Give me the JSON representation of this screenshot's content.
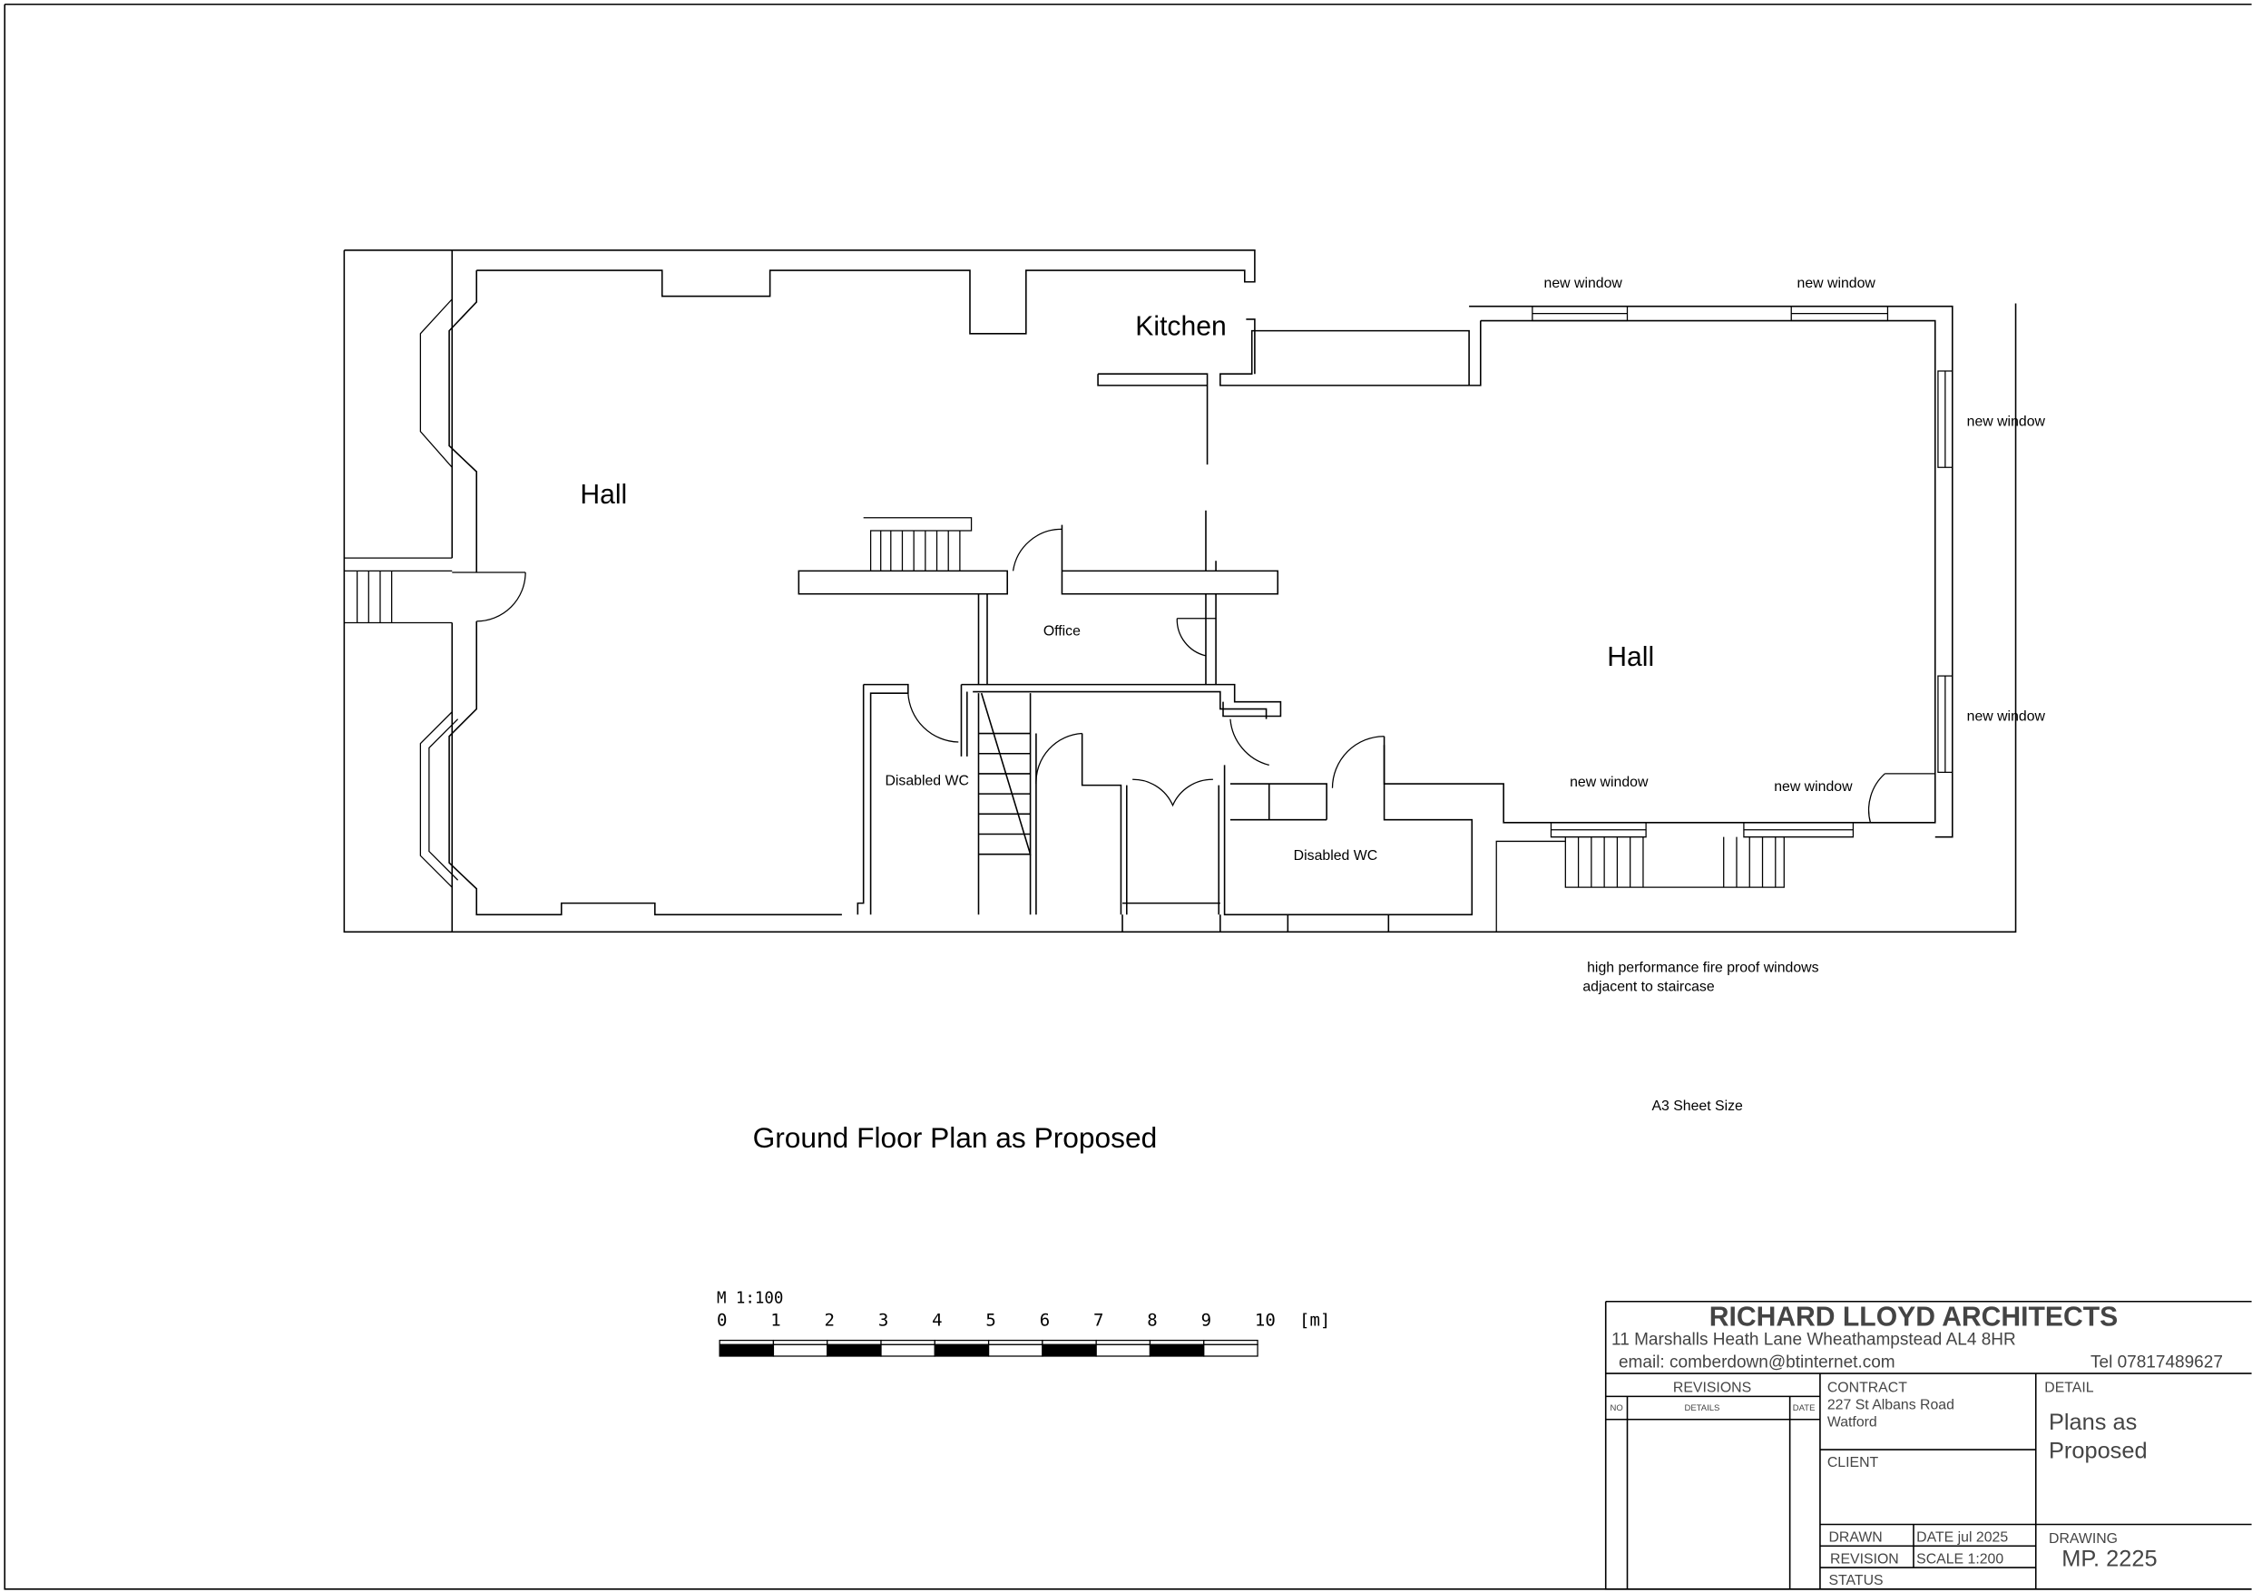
{
  "plan": {
    "rooms": {
      "hall_left": "Hall",
      "kitchen": "Kitchen",
      "office": "Office",
      "hall_right": "Hall",
      "disabled_wc_left": "Disabled WC",
      "disabled_wc_right": "Disabled WC"
    },
    "window_labels": [
      "new window",
      "new window",
      "new window",
      "new window",
      "new window",
      "new window"
    ],
    "note_line1": "high performance fire proof windows",
    "note_line2": "adjacent to staircase",
    "sheet_size": "A3 Sheet Size",
    "title": "Ground Floor Plan as Proposed"
  },
  "scale_bar": {
    "label": "M 1:100",
    "ticks": [
      "0",
      "1",
      "2",
      "3",
      "4",
      "5",
      "6",
      "7",
      "8",
      "9",
      "10"
    ],
    "unit": "[m]"
  },
  "title_block": {
    "firm": "RICHARD LLOYD ARCHITECTS",
    "address": "11 Marshalls Heath Lane Wheathampstead AL4 8HR",
    "email": "email: comberdown@btinternet.com",
    "tel": "Tel 07817489627",
    "revisions": "REVISIONS",
    "col_no": "NO",
    "col_details": "DETAILS",
    "col_date": "DATE",
    "contract_label": "CONTRACT",
    "contract_line1": "227 St Albans Road",
    "contract_line2": "Watford",
    "client_label": "CLIENT",
    "detail_label": "DETAIL",
    "detail_line1": "Plans as",
    "detail_line2": "Proposed",
    "drawn_label": "DRAWN",
    "date": "DATE jul 2025",
    "revision_label": "REVISION",
    "scale": "SCALE 1:200",
    "status_label": "STATUS",
    "drawing_label": "DRAWING",
    "drawing_no": "MP. 2225"
  }
}
